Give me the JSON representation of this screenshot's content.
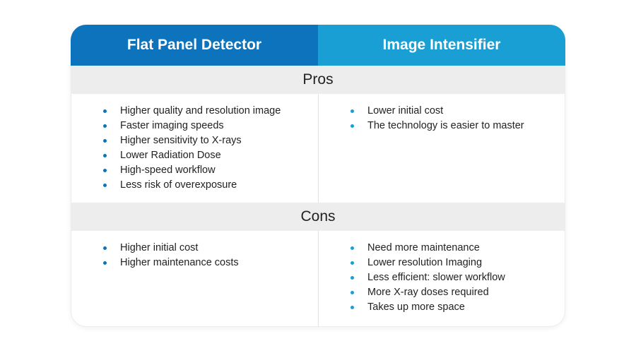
{
  "header": {
    "left_title": "Flat Panel Detector",
    "right_title": "Image Intensifier"
  },
  "sections": {
    "pros": {
      "label": "Pros",
      "left": [
        "Higher quality and resolution image",
        "Faster imaging speeds",
        "Higher sensitivity to X-rays",
        "Lower Radiation Dose",
        "High-speed workflow",
        "Less risk of overexposure"
      ],
      "right": [
        "Lower initial cost",
        "The technology is easier to master"
      ]
    },
    "cons": {
      "label": "Cons",
      "left": [
        "Higher initial cost",
        "Higher maintenance costs"
      ],
      "right": [
        "Need more maintenance",
        "Lower resolution Imaging",
        "Less efficient: slower workflow",
        "More X-ray doses required",
        "Takes up more space"
      ]
    }
  },
  "colors": {
    "left_header": "#0d73bd",
    "right_header": "#1a9fd4",
    "band": "#ededed"
  },
  "icons": {
    "bullet": "bullet-dot-icon"
  }
}
